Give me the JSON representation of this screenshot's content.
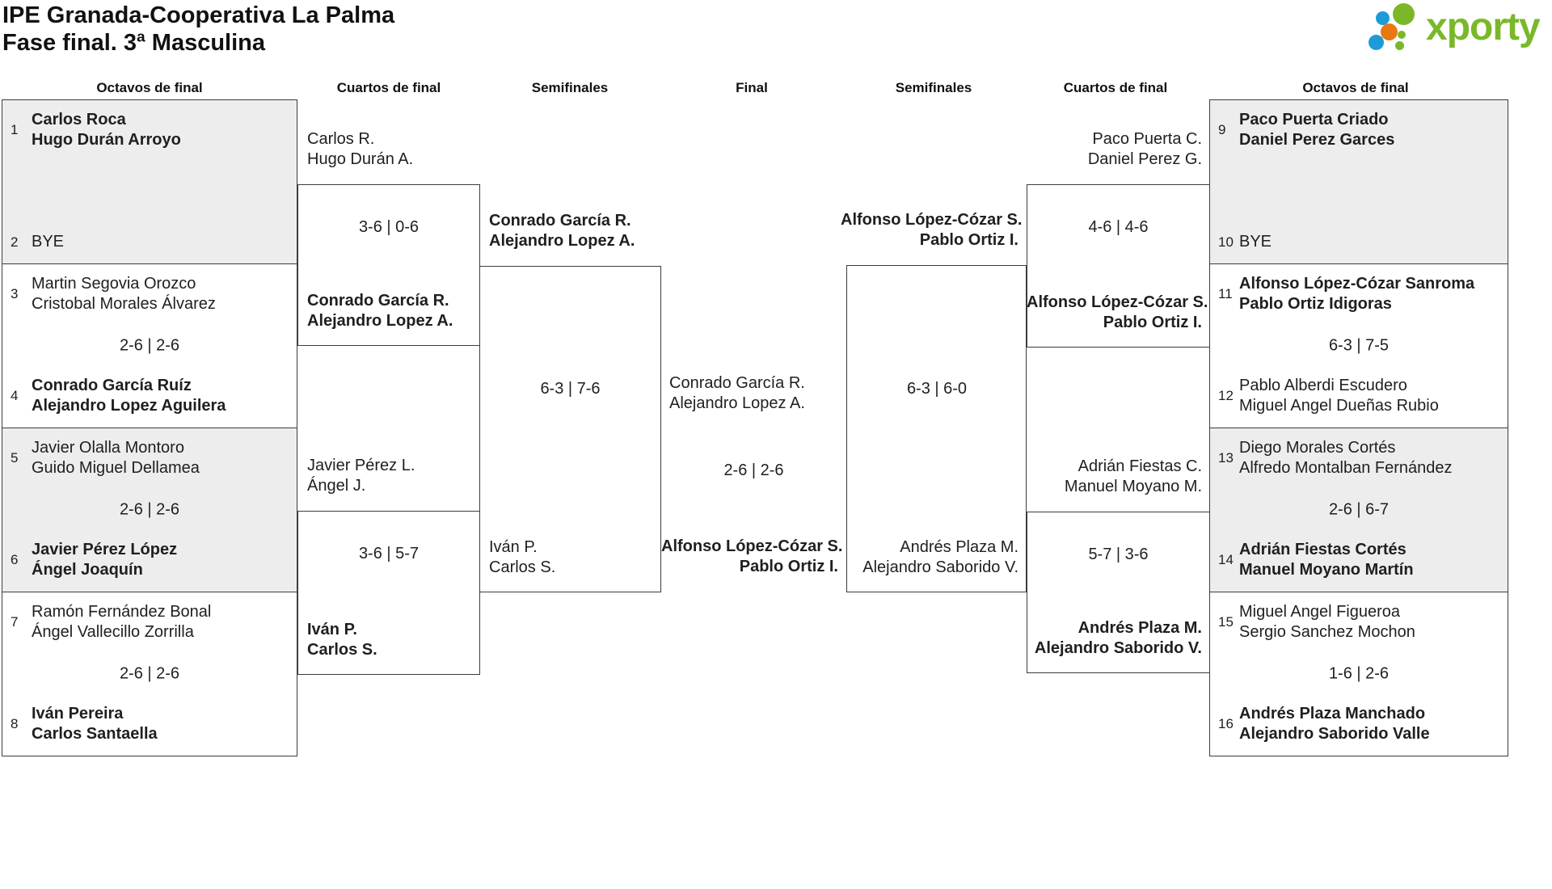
{
  "header": {
    "title_line1": "IPE Granada-Cooperativa La Palma",
    "title_line2": "Fase final. 3ª Masculina"
  },
  "brand": {
    "name": "xporty"
  },
  "colors": {
    "brand_green": "#7ab829",
    "brand_blue": "#1d9bd7",
    "brand_orange": "#e87811",
    "box_gray": "#ededed",
    "line": "#3c3c3c",
    "text": "#1f1f1f"
  },
  "rounds": [
    "Octavos de final",
    "Cuartos de final",
    "Semifinales",
    "Final",
    "Semifinales",
    "Cuartos de final",
    "Octavos de final"
  ],
  "matches": {
    "ol1": {
      "seed_a": "1",
      "a1": "Carlos Roca",
      "a2": "Hugo Durán Arroyo",
      "seed_b": "2",
      "b1": "BYE"
    },
    "ol2": {
      "seed_a": "3",
      "a1": "Martin Segovia Orozco",
      "a2": "Cristobal Morales Álvarez",
      "score": "2-6 | 2-6",
      "seed_b": "4",
      "b1": "Conrado García Ruíz",
      "b2": "Alejandro Lopez Aguilera"
    },
    "ol3": {
      "seed_a": "5",
      "a1": "Javier Olalla Montoro",
      "a2": "Guido Miguel Dellamea",
      "score": "2-6 | 2-6",
      "seed_b": "6",
      "b1": "Javier Pérez López",
      "b2": "Ángel Joaquín"
    },
    "ol4": {
      "seed_a": "7",
      "a1": "Ramón Fernández Bonal",
      "a2": "Ángel Vallecillo Zorrilla",
      "score": "2-6 | 2-6",
      "seed_b": "8",
      "b1": "Iván Pereira",
      "b2": "Carlos Santaella"
    },
    "or1": {
      "seed_a": "9",
      "a1": "Paco Puerta Criado",
      "a2": "Daniel Perez Garces",
      "seed_b": "10",
      "b1": "BYE"
    },
    "or2": {
      "seed_a": "11",
      "a1": "Alfonso López-Cózar Sanroma",
      "a2": "Pablo Ortiz Idigoras",
      "score": "6-3 | 7-5",
      "seed_b": "12",
      "b1": "Pablo Alberdi Escudero",
      "b2": "Miguel Angel Dueñas Rubio"
    },
    "or3": {
      "seed_a": "13",
      "a1": "Diego Morales Cortés",
      "a2": "Alfredo Montalban Fernández",
      "score": "2-6 | 6-7",
      "seed_b": "14",
      "b1": "Adrián Fiestas Cortés",
      "b2": "Manuel Moyano Martín"
    },
    "or4": {
      "seed_a": "15",
      "a1": "Miguel Angel Figueroa",
      "a2": "Sergio Sanchez Mochon",
      "score": "1-6 | 2-6",
      "seed_b": "16",
      "b1": "Andrés Plaza Manchado",
      "b2": "Alejandro Saborido Valle"
    },
    "ql1": {
      "a1": "Carlos R.",
      "a2": "Hugo Durán A.",
      "score": "3-6 | 0-6",
      "b1": "Conrado García R.",
      "b2": "Alejandro Lopez A."
    },
    "ql2": {
      "a1": "Javier Pérez L.",
      "a2": "Ángel J.",
      "score": "3-6 | 5-7",
      "b1": "Iván P.",
      "b2": "Carlos S."
    },
    "qr1": {
      "a1": "Paco Puerta C.",
      "a2": "Daniel Perez G.",
      "score": "4-6 | 4-6",
      "b1": "Alfonso López-Cózar S.",
      "b2": "Pablo Ortiz I."
    },
    "qr2": {
      "a1": "Adrián Fiestas C.",
      "a2": "Manuel Moyano M.",
      "score": "5-7 | 3-6",
      "b1": "Andrés Plaza M.",
      "b2": "Alejandro Saborido V."
    },
    "sl": {
      "a1": "Conrado García R.",
      "a2": "Alejandro Lopez A.",
      "score": "6-3 | 7-6",
      "b1": "Iván P.",
      "b2": "Carlos S."
    },
    "sr": {
      "a1": "Alfonso López-Cózar S.",
      "a2": "Pablo Ortiz I.",
      "score": "6-3 | 6-0",
      "b1": "Andrés Plaza M.",
      "b2": "Alejandro Saborido V."
    },
    "final": {
      "a1": "Conrado García R.",
      "a2": "Alejandro Lopez A.",
      "score": "2-6 | 2-6",
      "b1": "Alfonso López-Cózar S.",
      "b2": "Pablo Ortiz I."
    }
  }
}
